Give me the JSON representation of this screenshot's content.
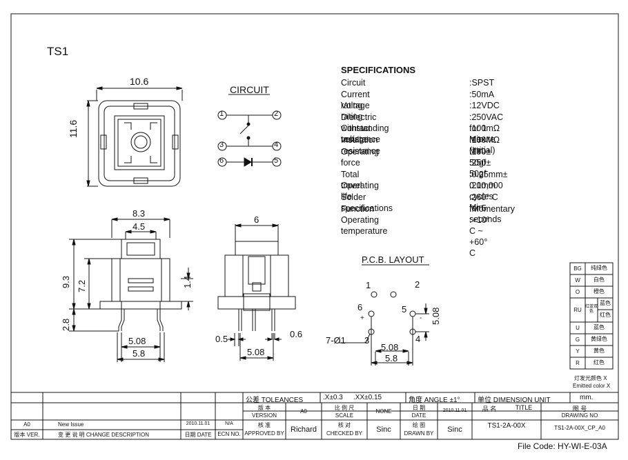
{
  "title": "TS1",
  "circuit_heading": "CIRCUIT",
  "pcb_heading": "P.C.B. LAYOUT",
  "specs_heading": "SPECIFICATIONS",
  "specs": [
    {
      "k": "Circuit",
      "v": ":SPST"
    },
    {
      "k": "Current rating",
      "v": ":50mA"
    },
    {
      "k": "Voltage rating",
      "v": ":12VDC"
    },
    {
      "k": "Dielectric withstanding voltage",
      "v": ":250VAC for 1 minute"
    },
    {
      "k": "Contact resistance",
      "v": ":100mΩ  Max. (Initial)"
    },
    {
      "k": "Insulation resistance",
      "v": ":100MΩ  Min."
    },
    {
      "k": "Operating force",
      "v": ":180± 50gf"
    },
    {
      "k": "",
      "v": ":250± 50gf"
    },
    {
      "k": "Total travel",
      "v": ":0.25mm± 0.1mm"
    },
    {
      "k": "Operating life",
      "v": ":200,000 cycles Min"
    },
    {
      "k": "Solder specifications",
      "v": ":260° C for 5 seconds"
    },
    {
      "k": "Function",
      "v": ":Momentary"
    },
    {
      "k": "Operating temperature",
      "v": ":+10° C ~ +60° C"
    }
  ],
  "dims": {
    "top_w": "10.6",
    "top_h": "11.6",
    "front_w1": "8.3",
    "front_w2": "4.5",
    "front_h1": "9.3",
    "front_h2": "7.2",
    "front_h3": "1.4",
    "front_h4": "2.8",
    "front_pin": "5.08",
    "front_base": "5.8",
    "side_w": "6",
    "side_a": "0.5",
    "side_b": "0.6",
    "side_pin": "5.08",
    "pcb_v": "5.08",
    "pcb_h1": "5.08",
    "pcb_h2": "5.8",
    "pcb_hole": "7-Ø1",
    "pcb_plus": "+",
    "pcb_minus": "-"
  },
  "circuit_pins": [
    "1",
    "2",
    "3",
    "4",
    "6",
    "5"
  ],
  "pcb_pins": [
    "1",
    "2",
    "6",
    "5",
    "3",
    "4"
  ],
  "colors": [
    {
      "code": "BG",
      "name": "纯绿色"
    },
    {
      "code": "W",
      "name": "白色"
    },
    {
      "code": "O",
      "name": "橙色"
    },
    {
      "code": "RU",
      "name": "红蓝双色",
      "sub": [
        "蓝色",
        "红色"
      ]
    },
    {
      "code": "U",
      "name": "蓝色"
    },
    {
      "code": "G",
      "name": "黄绿色"
    },
    {
      "code": "Y",
      "name": "黄色"
    },
    {
      "code": "R",
      "name": "红色"
    }
  ],
  "color_note1": "灯发光颜色  X",
  "color_note2": "Emitted color X",
  "tb": {
    "tol_label": "公差 TOLEANCES",
    "tol_x": ".X±0.3",
    "tol_xx": ".XX±0.15",
    "angle": "角度 ANGLE ±1°",
    "unit_label": "单位  DIMENSION UNIT",
    "unit": "mm.",
    "version_cn": "版 本",
    "version_en": "VERSION",
    "version": "A0",
    "scale_cn": "比 例 尺",
    "scale_en": "SCALE",
    "scale": "NONE",
    "date_cn": "日 期",
    "date_en": "DATE",
    "date": "2010.11.01",
    "name_cn": "品  名",
    "name_en": "TITLE",
    "drawing_cn": "图  号",
    "drawing_en": "DRAWING NO",
    "approved_cn": "核  准",
    "approved_en": "APPROVED BY",
    "approved": "Richard",
    "checked_cn": "核  对",
    "checked_en": "CHECKED BY",
    "checked": "Sinc",
    "drawn_cn": "绘  图",
    "drawn_en": "DRAWN BY",
    "drawn": "Sinc",
    "title": "TS1-2A-00X",
    "drawing_no": "TS1-2A-00X_CP_A0",
    "rev_ver": "A0",
    "rev_desc": "New Issue",
    "rev_date": "2010.11.01",
    "rev_ecn": "N/A",
    "h_ver": "版本 VER.",
    "h_desc": "变 更 说 明  CHANGE DESCRIPTION",
    "h_date": "日期 DATE",
    "h_ecn": "ECN NO."
  },
  "file_code": "File Code: HY-WI-E-03A"
}
